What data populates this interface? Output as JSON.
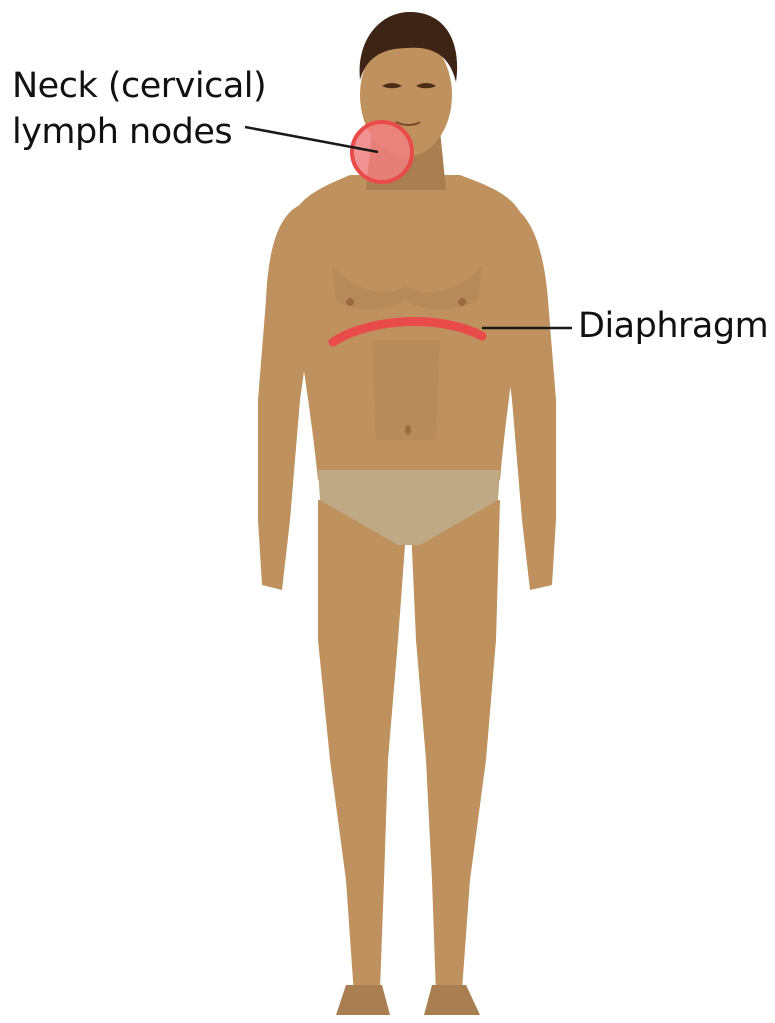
{
  "labels": {
    "neck_line1": "Neck (cervical)",
    "neck_line2": "lymph nodes",
    "diaphragm": "Diaphragm"
  },
  "colors": {
    "skin": "#bf915f",
    "skin_shadow": "#a97e51",
    "hair": "#3e2415",
    "underwear": "#bfaa85",
    "highlight": "#e94b4b",
    "lymph_fill": "#f08080",
    "leader": "#1a1a1a"
  }
}
